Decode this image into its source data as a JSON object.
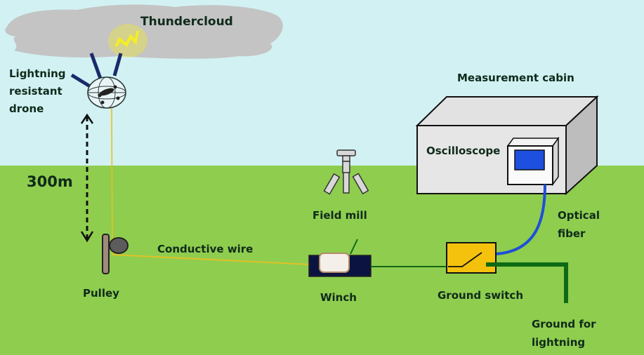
{
  "title": "Lightning measurement setup with drone",
  "labels": {
    "thundercloud": "Thundercloud",
    "drone_line1": "Lightning",
    "drone_line2": "resistant",
    "drone_line3": "drone",
    "height": "300m",
    "pulley": "Pulley",
    "conductive_wire": "Conductive wire",
    "field_mill": "Field mill",
    "winch": "Winch",
    "measurement_cabin": "Measurement cabin",
    "oscilloscope": "Oscilloscope",
    "optical_fiber_line1": "Optical",
    "optical_fiber_line2": "fiber",
    "ground_switch": "Ground switch",
    "ground_line1": "Ground for",
    "ground_line2": "lightning"
  },
  "colors": {
    "sky": "#d2f1f3",
    "ground": "#8fcd4f",
    "cloud": "#c4c4c4",
    "lightning": "#f5ee22",
    "wire": "#e8c020",
    "fiber": "#1f4fd8",
    "ground_wire": "#0e6a14",
    "switch_box": "#f4c20d",
    "screen": "#1e50e0",
    "winch_base": "#0b1440",
    "drone_arm": "#1a2a6c"
  }
}
